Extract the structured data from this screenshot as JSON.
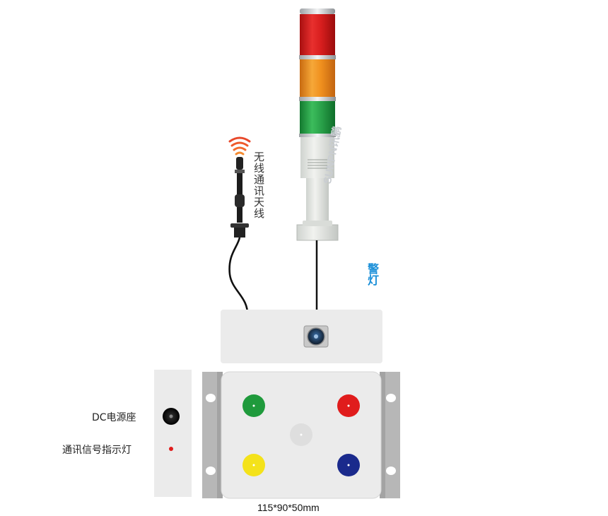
{
  "labels": {
    "antenna": "无线通讯天线",
    "lamp": "警灯",
    "dc_jack": "DC电源座",
    "comm_indicator": "通讯信号指示灯",
    "dimensions": "115*90*50mm",
    "watermark": "SUNPN讯鹏"
  },
  "colors": {
    "tower_red": "#d81e1e",
    "tower_orange": "#f0901e",
    "tower_green": "#2aa24a",
    "dot_green": "#1f9a3c",
    "dot_red": "#e01c1c",
    "dot_yellow": "#f4e21a",
    "dot_blue": "#1a2a8c",
    "dot_white": "#e6e6e6",
    "accent_blue": "#1a8fd8"
  }
}
